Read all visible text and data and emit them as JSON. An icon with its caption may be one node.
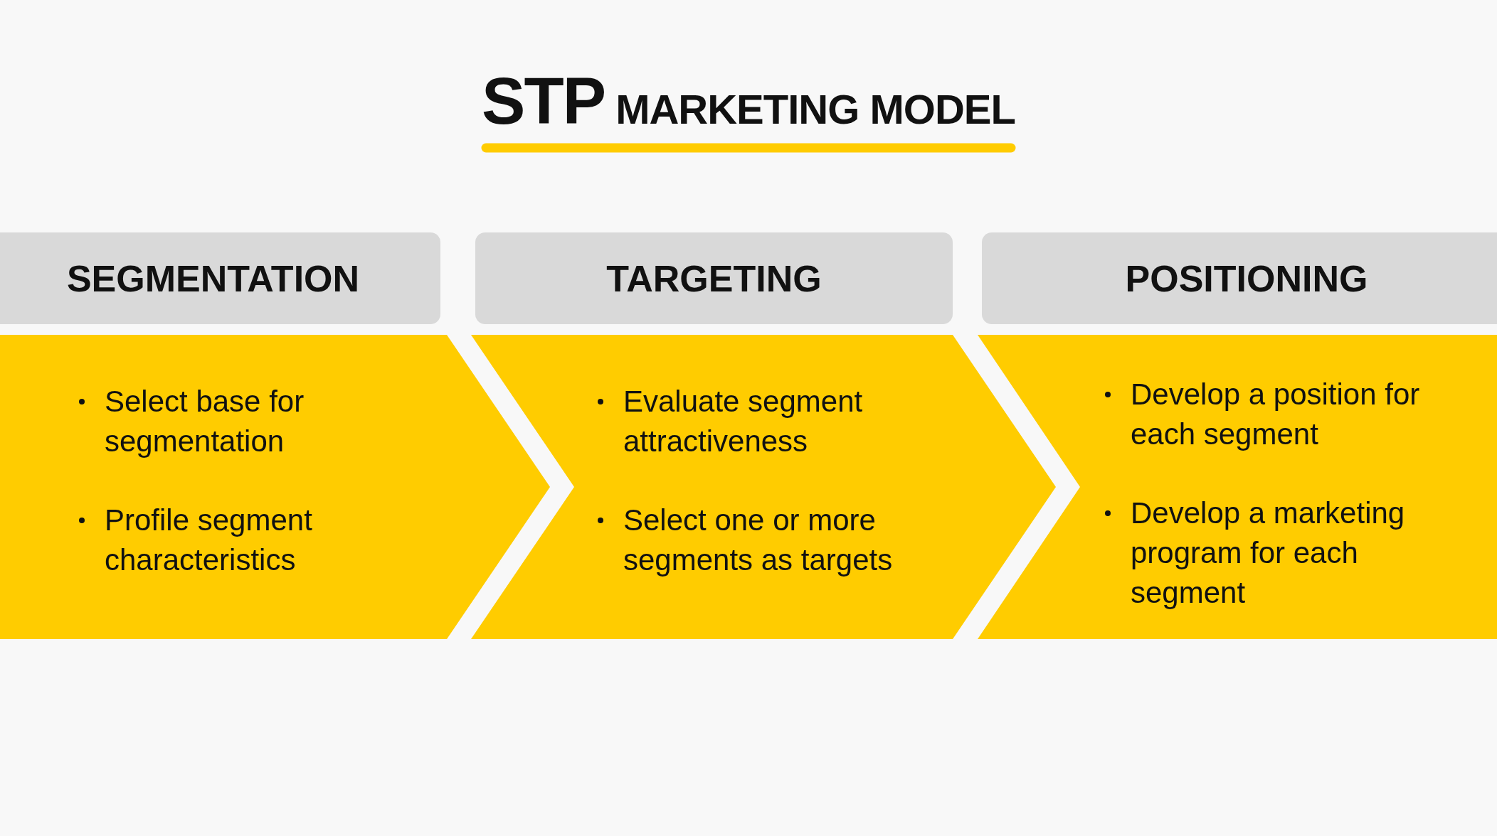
{
  "diagram": {
    "title": "STP MARKETING MODEL",
    "nodes": [
      {
        "text": [
          "SEGMENTATION"
        ]
      },
      {
        "text": [
          "TARGETING"
        ]
      },
      {
        "text": [
          "POSITIONING"
        ]
      },
      {
        "text": [
          "Select base for segmentation",
          "Profile segment characteristics"
        ]
      },
      {
        "text": [
          "Evaluate segment attractiveness",
          "Select one or more segments as targets"
        ]
      },
      {
        "text": [
          "Develop a position for each segment",
          "Develop a marketing program for each segment"
        ]
      }
    ]
  }
}
